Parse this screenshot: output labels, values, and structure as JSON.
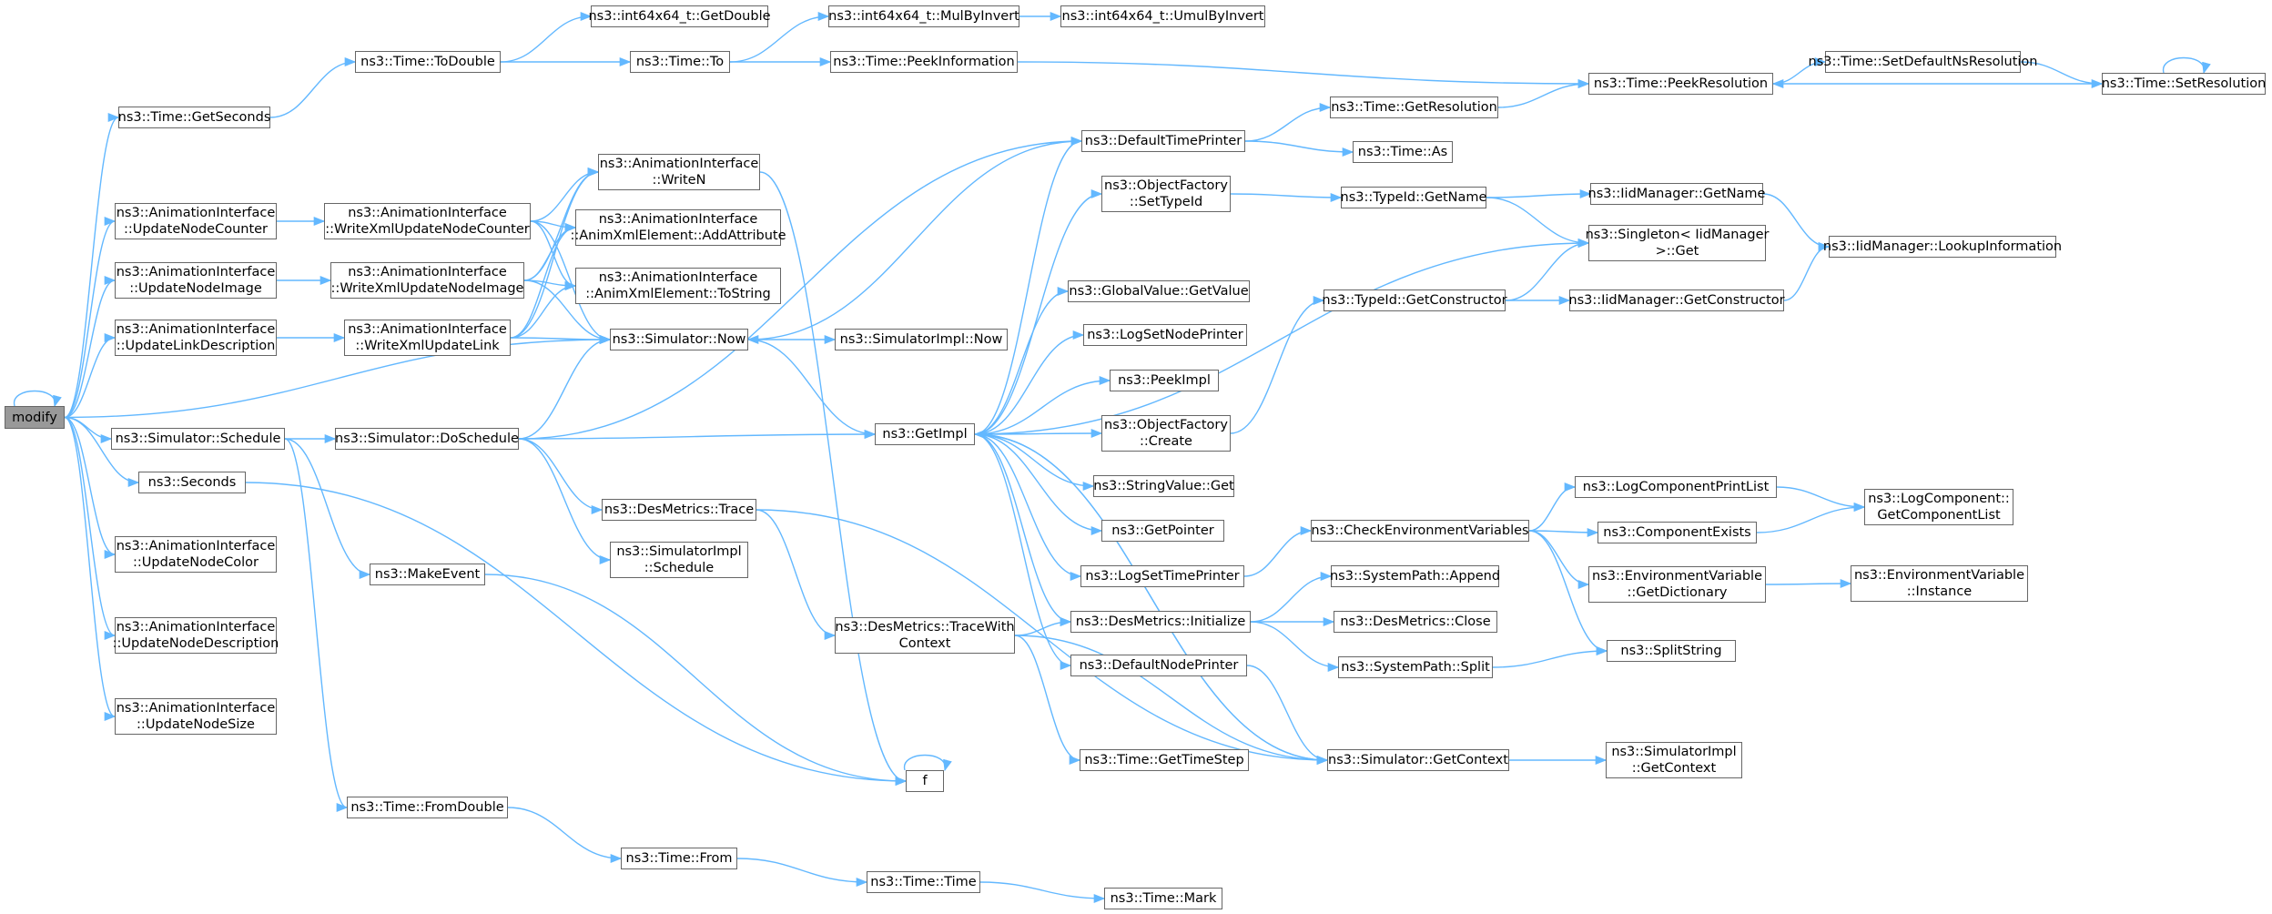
{
  "colors": {
    "edge": "#63b8ff",
    "border": "#666666",
    "root_fill": "#999999",
    "fill": "#ffffff"
  },
  "nodes": {
    "modify": [
      "modify"
    ],
    "getSeconds": [
      "ns3::Time::GetSeconds"
    ],
    "updNodeCounter": [
      "ns3::AnimationInterface",
      "::UpdateNodeCounter"
    ],
    "updNodeImage": [
      "ns3::AnimationInterface",
      "::UpdateNodeImage"
    ],
    "updLinkDesc": [
      "ns3::AnimationInterface",
      "::UpdateLinkDescription"
    ],
    "simSchedule": [
      "ns3::Simulator::Schedule"
    ],
    "seconds": [
      "ns3::Seconds"
    ],
    "updNodeColor": [
      "ns3::AnimationInterface",
      "::UpdateNodeColor"
    ],
    "updNodeDesc": [
      "ns3::AnimationInterface",
      "::UpdateNodeDescription"
    ],
    "updNodeSize": [
      "ns3::AnimationInterface",
      "::UpdateNodeSize"
    ],
    "toDouble": [
      "ns3::Time::ToDouble"
    ],
    "wxNodeCounter": [
      "ns3::AnimationInterface",
      "::WriteXmlUpdateNodeCounter"
    ],
    "wxNodeImage": [
      "ns3::AnimationInterface",
      "::WriteXmlUpdateNodeImage"
    ],
    "wxLink": [
      "ns3::AnimationInterface",
      "::WriteXmlUpdateLink"
    ],
    "doSchedule": [
      "ns3::Simulator::DoSchedule"
    ],
    "makeEvent": [
      "ns3::MakeEvent"
    ],
    "fromDouble": [
      "ns3::Time::FromDouble"
    ],
    "getDouble": [
      "ns3::int64x64_t::GetDouble"
    ],
    "timeTo": [
      "ns3::Time::To"
    ],
    "writeN": [
      "ns3::AnimationInterface",
      "::WriteN"
    ],
    "addAttr": [
      "ns3::AnimationInterface",
      "::AnimXmlElement::AddAttribute"
    ],
    "toString": [
      "ns3::AnimationInterface",
      "::AnimXmlElement::ToString"
    ],
    "simNow": [
      "ns3::Simulator::Now"
    ],
    "desTrace": [
      "ns3::DesMetrics::Trace"
    ],
    "implSchedule": [
      "ns3::SimulatorImpl",
      "::Schedule"
    ],
    "f": [
      "f"
    ],
    "timeFrom": [
      "ns3::Time::From"
    ],
    "mulByInvert": [
      "ns3::int64x64_t::MulByInvert"
    ],
    "peekInfo": [
      "ns3::Time::PeekInformation"
    ],
    "implNow": [
      "ns3::SimulatorImpl::Now"
    ],
    "getImpl": [
      "ns3::GetImpl"
    ],
    "traceWithCtx": [
      "ns3::DesMetrics::TraceWith",
      "Context"
    ],
    "timeTime": [
      "ns3::Time::Time"
    ],
    "umulByInvert": [
      "ns3::int64x64_t::UmulByInvert"
    ],
    "defTimePrinter": [
      "ns3::DefaultTimePrinter"
    ],
    "ofSetTypeId": [
      "ns3::ObjectFactory",
      "::SetTypeId"
    ],
    "gvGetValue": [
      "ns3::GlobalValue::GetValue"
    ],
    "logSetNodePrinter": [
      "ns3::LogSetNodePrinter"
    ],
    "peekImpl": [
      "ns3::PeekImpl"
    ],
    "ofCreate": [
      "ns3::ObjectFactory",
      "::Create"
    ],
    "svGet": [
      "ns3::StringValue::Get"
    ],
    "getPointer": [
      "ns3::GetPointer"
    ],
    "logSetTimePrinter": [
      "ns3::LogSetTimePrinter"
    ],
    "desInit": [
      "ns3::DesMetrics::Initialize"
    ],
    "defNodePrinter": [
      "ns3::DefaultNodePrinter"
    ],
    "getTimeStep": [
      "ns3::Time::GetTimeStep"
    ],
    "timeMark": [
      "ns3::Time::Mark"
    ],
    "getResolution": [
      "ns3::Time::GetResolution"
    ],
    "timeAs": [
      "ns3::Time::As"
    ],
    "typeGetName": [
      "ns3::TypeId::GetName"
    ],
    "typeGetCtor": [
      "ns3::TypeId::GetConstructor"
    ],
    "checkEnv": [
      "ns3::CheckEnvironmentVariables"
    ],
    "spAppend": [
      "ns3::SystemPath::Append"
    ],
    "desClose": [
      "ns3::DesMetrics::Close"
    ],
    "spSplit": [
      "ns3::SystemPath::Split"
    ],
    "simGetCtx": [
      "ns3::Simulator::GetContext"
    ],
    "peekRes": [
      "ns3::Time::PeekResolution"
    ],
    "singletonGet": [
      "ns3::Singleton< IidManager",
      ">::Get"
    ],
    "iidGetName": [
      "ns3::IidManager::GetName"
    ],
    "iidGetCtor": [
      "ns3::IidManager::GetConstructor"
    ],
    "logCompPrintList": [
      "ns3::LogComponentPrintList"
    ],
    "compExists": [
      "ns3::ComponentExists"
    ],
    "envGetDict": [
      "ns3::EnvironmentVariable",
      "::GetDictionary"
    ],
    "splitString": [
      "ns3::SplitString"
    ],
    "implGetCtx": [
      "ns3::SimulatorImpl",
      "::GetContext"
    ],
    "setDefNsRes": [
      "ns3::Time::SetDefaultNsResolution"
    ],
    "setRes": [
      "ns3::Time::SetResolution"
    ],
    "iidLookup": [
      "ns3::IidManager::LookupInformation"
    ],
    "logCompGetList": [
      "ns3::LogComponent::",
      "GetComponentList"
    ],
    "envInstance": [
      "ns3::EnvironmentVariable",
      "::Instance"
    ]
  },
  "edges": [
    [
      "modify",
      "modify"
    ],
    [
      "modify",
      "getSeconds"
    ],
    [
      "modify",
      "updNodeCounter"
    ],
    [
      "modify",
      "updNodeImage"
    ],
    [
      "modify",
      "updLinkDesc"
    ],
    [
      "modify",
      "simNow"
    ],
    [
      "modify",
      "simSchedule"
    ],
    [
      "modify",
      "seconds"
    ],
    [
      "modify",
      "updNodeColor"
    ],
    [
      "modify",
      "updNodeDesc"
    ],
    [
      "modify",
      "updNodeSize"
    ],
    [
      "getSeconds",
      "toDouble"
    ],
    [
      "toDouble",
      "getDouble"
    ],
    [
      "toDouble",
      "timeTo"
    ],
    [
      "timeTo",
      "mulByInvert"
    ],
    [
      "timeTo",
      "peekInfo"
    ],
    [
      "mulByInvert",
      "umulByInvert"
    ],
    [
      "peekInfo",
      "peekRes"
    ],
    [
      "peekRes",
      "setDefNsRes"
    ],
    [
      "setDefNsRes",
      "setRes"
    ],
    [
      "setRes",
      "peekRes"
    ],
    [
      "setRes",
      "setRes"
    ],
    [
      "updNodeCounter",
      "wxNodeCounter"
    ],
    [
      "updNodeImage",
      "wxNodeImage"
    ],
    [
      "updLinkDesc",
      "wxLink"
    ],
    [
      "wxNodeCounter",
      "writeN"
    ],
    [
      "wxNodeCounter",
      "addAttr"
    ],
    [
      "wxNodeCounter",
      "toString"
    ],
    [
      "wxNodeCounter",
      "simNow"
    ],
    [
      "wxNodeImage",
      "writeN"
    ],
    [
      "wxNodeImage",
      "addAttr"
    ],
    [
      "wxNodeImage",
      "toString"
    ],
    [
      "wxNodeImage",
      "simNow"
    ],
    [
      "wxLink",
      "writeN"
    ],
    [
      "wxLink",
      "addAttr"
    ],
    [
      "wxLink",
      "toString"
    ],
    [
      "wxLink",
      "simNow"
    ],
    [
      "writeN",
      "f"
    ],
    [
      "simSchedule",
      "doSchedule"
    ],
    [
      "simSchedule",
      "makeEvent"
    ],
    [
      "simSchedule",
      "fromDouble"
    ],
    [
      "doSchedule",
      "simNow"
    ],
    [
      "doSchedule",
      "getImpl"
    ],
    [
      "doSchedule",
      "desTrace"
    ],
    [
      "doSchedule",
      "implSchedule"
    ],
    [
      "doSchedule",
      "defTimePrinter"
    ],
    [
      "seconds",
      "f"
    ],
    [
      "makeEvent",
      "f"
    ],
    [
      "f",
      "f"
    ],
    [
      "fromDouble",
      "timeFrom"
    ],
    [
      "timeFrom",
      "timeTime"
    ],
    [
      "timeTime",
      "timeMark"
    ],
    [
      "simNow",
      "implNow"
    ],
    [
      "simNow",
      "getImpl"
    ],
    [
      "desTrace",
      "traceWithCtx"
    ],
    [
      "desTrace",
      "simGetCtx"
    ],
    [
      "traceWithCtx",
      "desInit"
    ],
    [
      "traceWithCtx",
      "getTimeStep"
    ],
    [
      "traceWithCtx",
      "simGetCtx"
    ],
    [
      "getImpl",
      "defTimePrinter"
    ],
    [
      "getImpl",
      "ofSetTypeId"
    ],
    [
      "getImpl",
      "singletonGet"
    ],
    [
      "getImpl",
      "gvGetValue"
    ],
    [
      "getImpl",
      "logSetNodePrinter"
    ],
    [
      "getImpl",
      "peekImpl"
    ],
    [
      "getImpl",
      "ofCreate"
    ],
    [
      "getImpl",
      "svGet"
    ],
    [
      "getImpl",
      "getPointer"
    ],
    [
      "getImpl",
      "logSetTimePrinter"
    ],
    [
      "getImpl",
      "desInit"
    ],
    [
      "getImpl",
      "defNodePrinter"
    ],
    [
      "getImpl",
      "simGetCtx"
    ],
    [
      "defTimePrinter",
      "getResolution"
    ],
    [
      "defTimePrinter",
      "timeAs"
    ],
    [
      "defTimePrinter",
      "simNow"
    ],
    [
      "getResolution",
      "peekRes"
    ],
    [
      "ofSetTypeId",
      "typeGetName"
    ],
    [
      "typeGetName",
      "iidGetName"
    ],
    [
      "typeGetName",
      "singletonGet"
    ],
    [
      "iidGetName",
      "iidLookup"
    ],
    [
      "ofCreate",
      "typeGetCtor"
    ],
    [
      "typeGetCtor",
      "singletonGet"
    ],
    [
      "typeGetCtor",
      "iidGetCtor"
    ],
    [
      "iidGetCtor",
      "iidLookup"
    ],
    [
      "logSetTimePrinter",
      "checkEnv"
    ],
    [
      "checkEnv",
      "logCompPrintList"
    ],
    [
      "checkEnv",
      "compExists"
    ],
    [
      "checkEnv",
      "envGetDict"
    ],
    [
      "checkEnv",
      "splitString"
    ],
    [
      "logCompPrintList",
      "logCompGetList"
    ],
    [
      "compExists",
      "logCompGetList"
    ],
    [
      "envGetDict",
      "envInstance"
    ],
    [
      "desInit",
      "spAppend"
    ],
    [
      "desInit",
      "desClose"
    ],
    [
      "desInit",
      "spSplit"
    ],
    [
      "spSplit",
      "splitString"
    ],
    [
      "defNodePrinter",
      "simGetCtx"
    ],
    [
      "simGetCtx",
      "implGetCtx"
    ],
    [
      "simGetCtx",
      "getImpl"
    ]
  ]
}
